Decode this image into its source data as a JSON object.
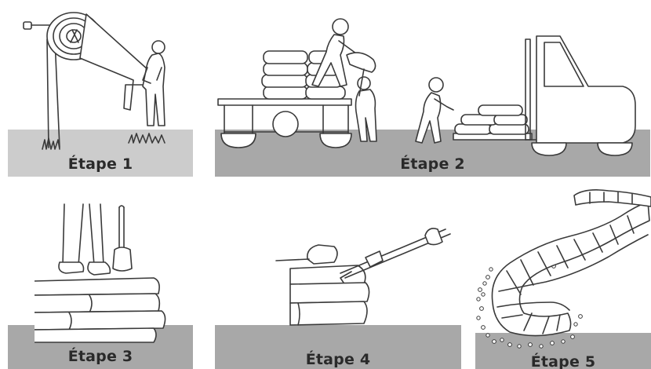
{
  "colors": {
    "ground_light": "#cccccc",
    "ground_dark": "#a8a8a8",
    "line": "#3a3a3a"
  },
  "steps": [
    {
      "label": "Étape 1"
    },
    {
      "label": "Étape 2"
    },
    {
      "label": "Étape 3"
    },
    {
      "label": "Étape 4"
    },
    {
      "label": "Étape 5"
    }
  ]
}
